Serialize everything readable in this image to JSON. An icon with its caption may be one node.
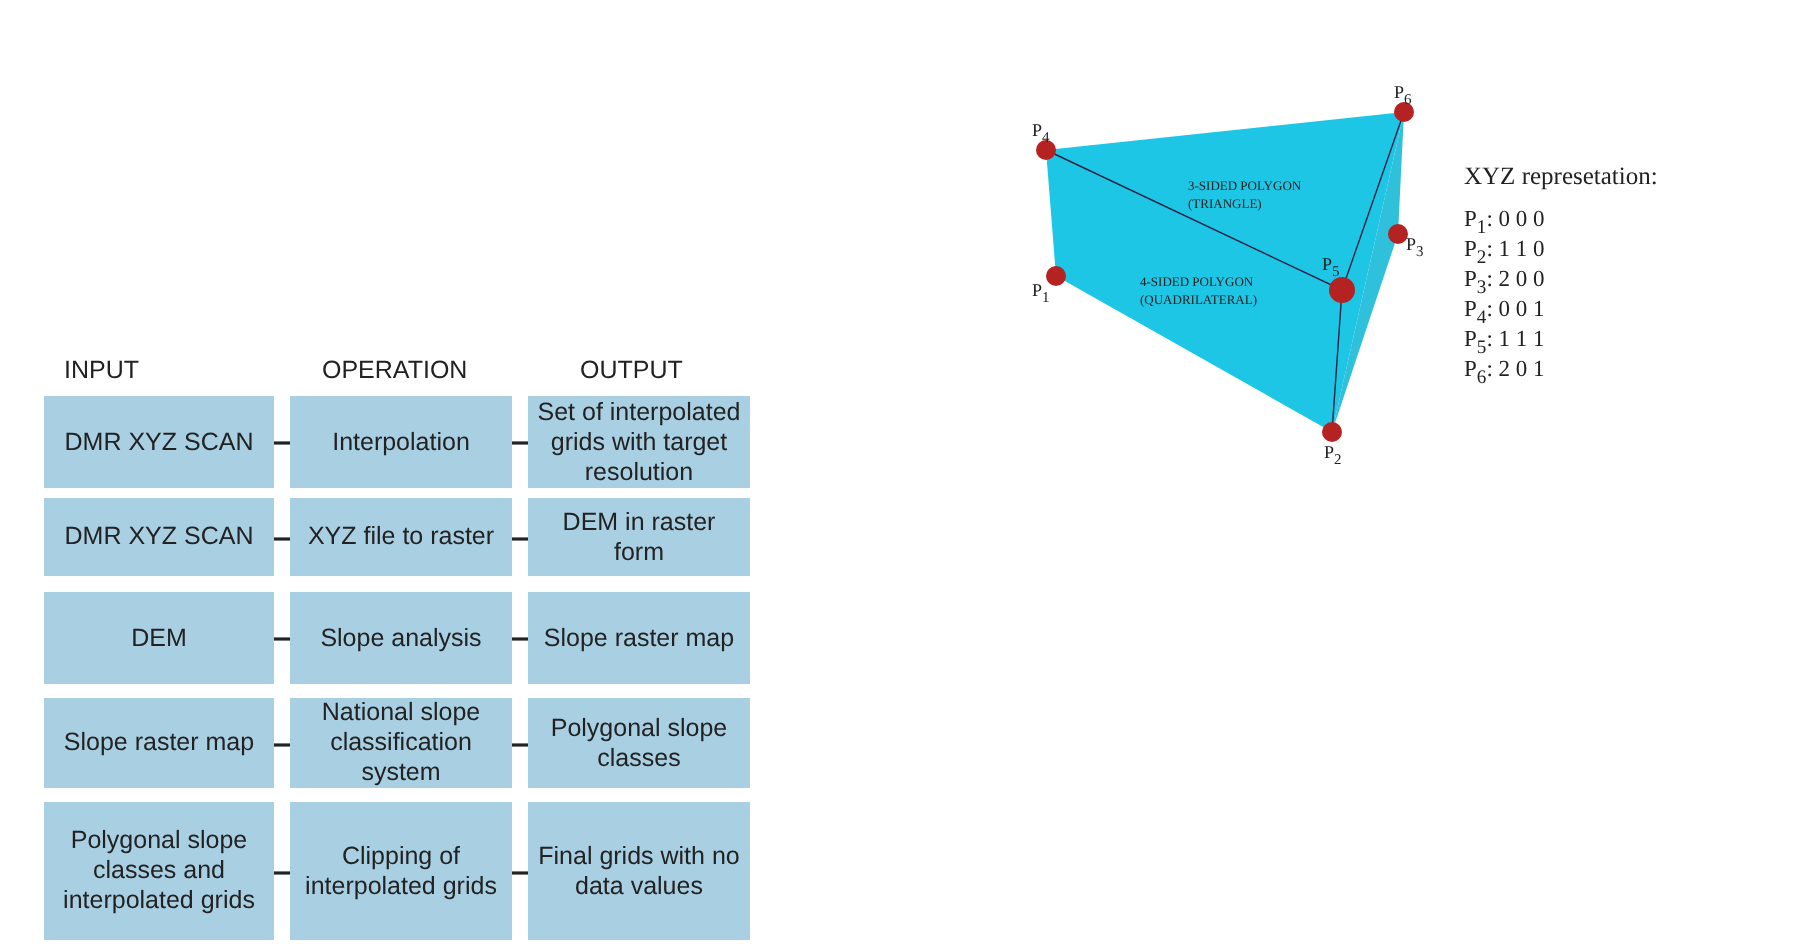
{
  "diagram": {
    "nodes": [
      {
        "text": [
          "DMR XYZ SCAN"
        ]
      },
      {
        "text": [
          "Interpolation"
        ]
      },
      {
        "text": [
          "Set of interpolated grids with target resolution"
        ]
      },
      {
        "text": [
          "DMR XYZ SCAN"
        ]
      },
      {
        "text": [
          "XYZ file to raster"
        ]
      },
      {
        "text": [
          "DEM in raster form"
        ]
      },
      {
        "text": [
          "DEM"
        ]
      },
      {
        "text": [
          "Slope analysis"
        ]
      },
      {
        "text": [
          "Slope raster map"
        ]
      },
      {
        "text": [
          "Slope raster map"
        ]
      },
      {
        "text": [
          "National slope classification system"
        ]
      },
      {
        "text": [
          "Polygonal slope classes"
        ]
      },
      {
        "text": [
          "Polygonal slope classes and interpolated grids"
        ]
      },
      {
        "text": [
          "Clipping of interpolated grids"
        ]
      },
      {
        "text": [
          "Final grids with no data values"
        ]
      }
    ],
    "edges": [
      {
        "from": 0,
        "to": 1,
        "arrow": "none"
      },
      {
        "from": 1,
        "to": 2,
        "arrow": "none"
      },
      {
        "from": 3,
        "to": 4,
        "arrow": "none"
      },
      {
        "from": 4,
        "to": 5,
        "arrow": "none"
      },
      {
        "from": 6,
        "to": 7,
        "arrow": "none"
      },
      {
        "from": 7,
        "to": 8,
        "arrow": "none"
      },
      {
        "from": 9,
        "to": 10,
        "arrow": "none"
      },
      {
        "from": 10,
        "to": 11,
        "arrow": "none"
      },
      {
        "from": 12,
        "to": 13,
        "arrow": "none"
      },
      {
        "from": 13,
        "to": 14,
        "arrow": "none"
      }
    ],
    "labels": [
      "P$_{6}$",
      "P$_{4}$",
      "XYZ represetation:",
      "3-SIDED POLYGON (TRIANGLE)",
      "P$_{3}$",
      "P$_{5}$",
      "4-SIDED POLYGON (QUADRILATERAL)",
      "P$_{1}$",
      "P$_{1}$: 0 0 0",
      "P$_{2}$: 1 1 0",
      "P$_{3}$: 2 0 0",
      "P$_{4}$: 0 0 1",
      "P$_{5}$: 1 1 1",
      "P$_{6}$: 2 0 1",
      "P$_{2}$",
      "INPUT",
      "OPERATION",
      "OUTPUT"
    ]
  }
}
